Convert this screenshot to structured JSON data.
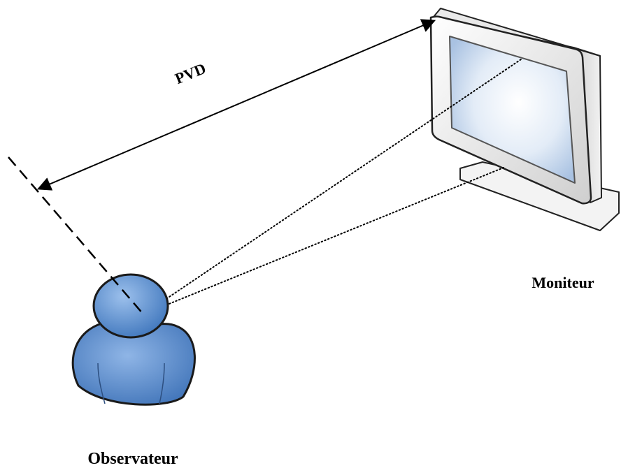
{
  "labels": {
    "distance": "PVD",
    "monitor": "Moniteur",
    "observer": "Observateur"
  },
  "colors": {
    "line": "#000000",
    "person_fill": "#5b8fce",
    "person_stroke": "#1a1a1a",
    "monitor_frame": "#e6e6e6",
    "monitor_stroke": "#222222",
    "screen": "#d9e6f4"
  },
  "icons": {
    "observer": "person-icon",
    "monitor": "monitor-icon"
  }
}
